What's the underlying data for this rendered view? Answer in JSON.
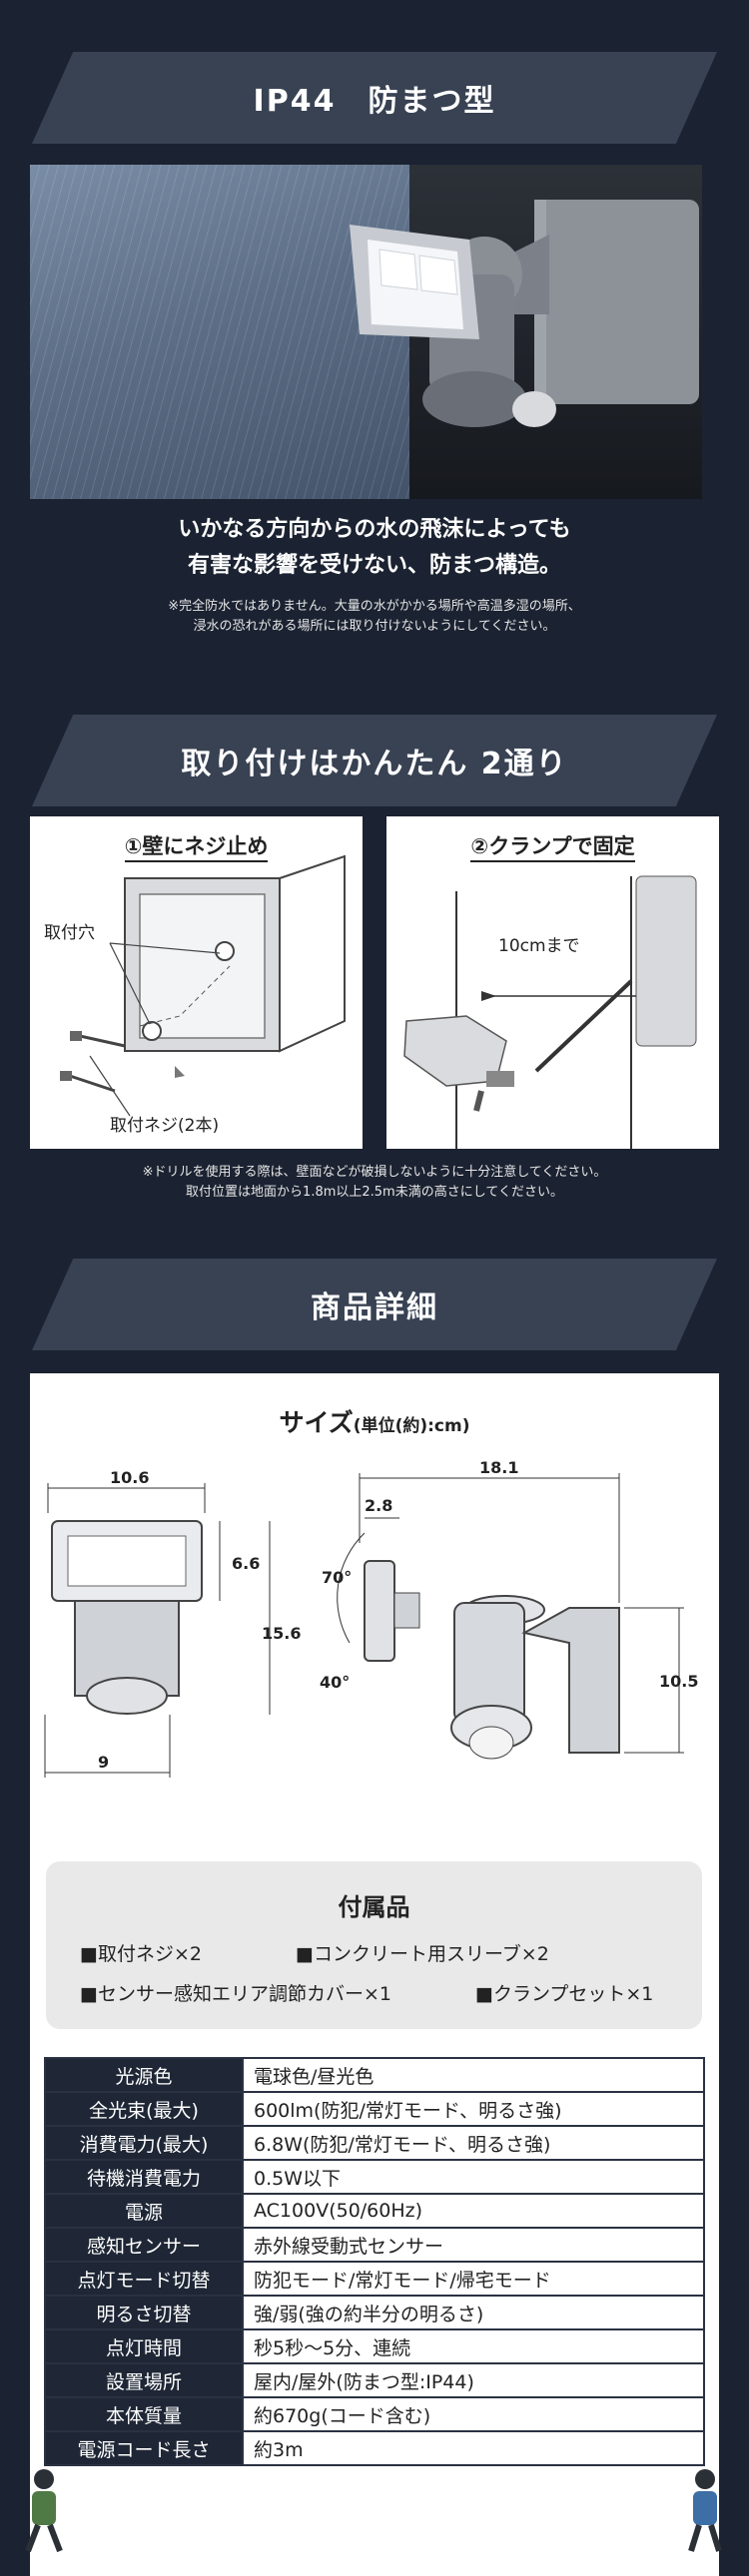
{
  "section1": {
    "banner": "IP44　防まつ型",
    "lead_line1": "いかなる方向からの水の飛沫によっても",
    "lead_line2": "有害な影響を受けない、防まつ構造。",
    "note_line1": "※完全防水ではありません。大量の水がかかる場所や高温多湿の場所、",
    "note_line2": "浸水の恐れがある場所には取り付けないようにしてください。"
  },
  "section2": {
    "banner": "取り付けはかんたん 2通り",
    "method1_title": "①壁にネジ止め",
    "method1_hole_label": "取付穴",
    "method1_screw_label": "取付ネジ(2本)",
    "method2_title": "②クランプで固定",
    "method2_clamp_label": "10cmまで",
    "note_line1": "※ドリルを使用する際は、壁面などが破損しないように十分注意してください。",
    "note_line2": "取付位置は地面から1.8m以上2.5m未満の高さにしてください。"
  },
  "section3": {
    "banner": "商品詳細",
    "size_title": "サイズ",
    "size_unit": "(単位(約):cm)",
    "dims": {
      "front_width": "10.6",
      "front_height_face": "6.6",
      "front_height_total": "15.6",
      "front_bottom_width": "9",
      "side_depth": "18.1",
      "side_face_depth": "2.8",
      "side_height": "10.5",
      "angle_up": "70°",
      "angle_down": "40°"
    },
    "accessories_title": "付属品",
    "accessories": [
      "■取付ネジ×2",
      "■コンクリート用スリーブ×2",
      "■センサー感知エリア調節カバー×1",
      "■クランプセット×1"
    ]
  },
  "specs": [
    {
      "key": "光源色",
      "value": "電球色/昼光色"
    },
    {
      "key": "全光束(最大)",
      "value": "600lm(防犯/常灯モード、明るさ強)"
    },
    {
      "key": "消費電力(最大)",
      "value": "6.8W(防犯/常灯モード、明るさ強)"
    },
    {
      "key": "待機消費電力",
      "value": "0.5W以下"
    },
    {
      "key": "電源",
      "value": "AC100V(50/60Hz)"
    },
    {
      "key": "感知センサー",
      "value": "赤外線受動式センサー"
    },
    {
      "key": "点灯モード切替",
      "value": "防犯モード/常灯モード/帰宅モード"
    },
    {
      "key": "明るさ切替",
      "value": "強/弱(強の約半分の明るさ)"
    },
    {
      "key": "点灯時間",
      "value": "秒5秒〜5分、連続"
    },
    {
      "key": "設置場所",
      "value": "屋内/屋外(防まつ型:IP44)"
    },
    {
      "key": "本体質量",
      "value": "約670g(コード含む)"
    },
    {
      "key": "電源コード長さ",
      "value": "約3m"
    }
  ],
  "colors": {
    "background": "#1b2231",
    "banner": "#384253",
    "table_header": "#1f2736"
  }
}
